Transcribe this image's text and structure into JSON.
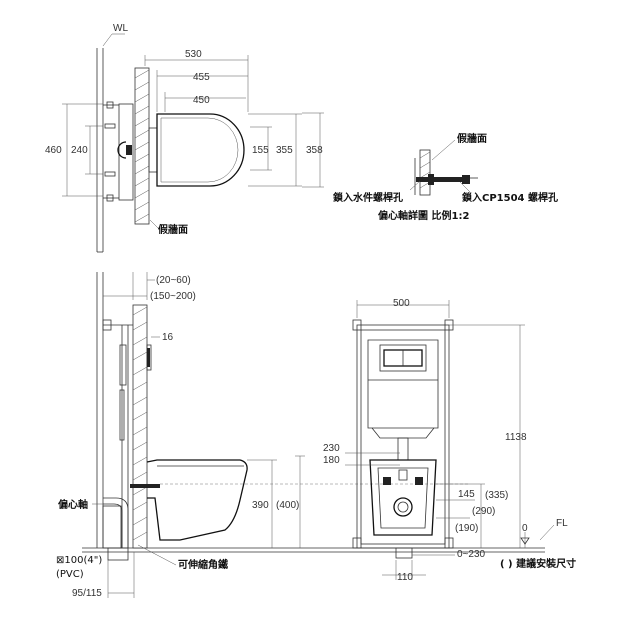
{
  "top_view": {
    "wl_label": "WL",
    "dim_530": "530",
    "dim_455": "455",
    "dim_450": "450",
    "dim_460": "460",
    "dim_240": "240",
    "dim_155": "155",
    "dim_355": "355",
    "dim_358": "358",
    "fake_wall_label": "假牆面"
  },
  "detail": {
    "fake_wall_label": "假牆面",
    "left_note": "鎖入水件螺桿孔",
    "right_note": "鎖入CP1504  螺桿孔",
    "title": "偏心軸詳圖  比例1:2"
  },
  "side_view": {
    "dim_20_60": "(20~60)",
    "dim_150_200": "(150~200)",
    "dim_16": "16",
    "dim_390": "390",
    "dim_400": "(400)",
    "eccentric_label": "偏心軸",
    "pipe_label_1": "⊠100(4\")",
    "pipe_label_2": "(PVC)",
    "dim_95_115": "95/115",
    "angle_label": "可伸縮角鐵"
  },
  "front_view": {
    "dim_500": "500",
    "dim_1138": "1138",
    "dim_230": "230",
    "dim_180": "180",
    "dim_145": "145",
    "dim_335": "(335)",
    "dim_290": "(290)",
    "dim_190": "(190)",
    "dim_0": "0",
    "fl_label": "FL",
    "dim_0_230": "0~230",
    "dim_110": "110",
    "legend_text": "(  )  建議安裝尺寸"
  }
}
